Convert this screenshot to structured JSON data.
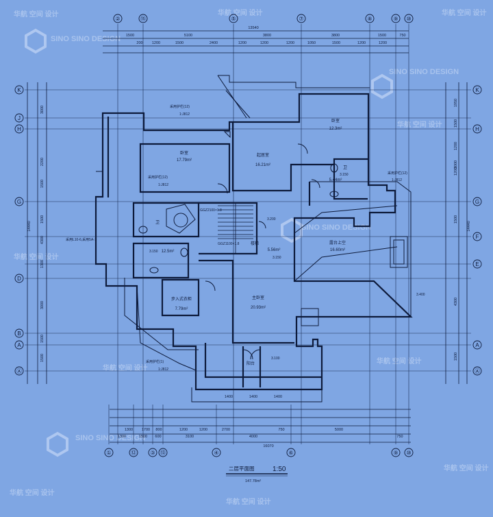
{
  "colors": {
    "background": "#7fa6e3",
    "line": "#0d1a3a",
    "thin": "#1a2c55",
    "watermark": "#c9d8f3"
  },
  "grid_top": [
    "②",
    "⑮",
    "⑤",
    "⑦",
    "⑧",
    "⑨",
    "⑩"
  ],
  "grid_bottom": [
    "①",
    "⑫",
    "③",
    "⑬",
    "④",
    "⑥",
    "⑨",
    "⑩"
  ],
  "grid_left": [
    "K",
    "J",
    "H",
    "G",
    "D",
    "B",
    "A",
    "Ⓐ"
  ],
  "grid_right": [
    "K",
    "H",
    "G",
    "F",
    "E",
    "A",
    "Ⓐ"
  ],
  "dims_top_total": "13540",
  "dims_top_row1": [
    "1500",
    "5100",
    "3800",
    "3800",
    "1500",
    "750"
  ],
  "dims_top_row2": [
    "200",
    "1200",
    "1500",
    "2400",
    "1200",
    "1200",
    "1200",
    "1050",
    "1500",
    "1200",
    "1200"
  ],
  "dims_left_total": "14440",
  "dims_left_row": [
    "3000",
    "2200",
    "1500",
    "1500",
    "4300",
    "1300",
    "3000",
    "1500",
    "1500"
  ],
  "dims_right_total": "14440",
  "dims_right_row": [
    "1950",
    "1500",
    "3000",
    "1200",
    "1200",
    "1500",
    "4300",
    "1500"
  ],
  "dims_bottom_row1": [
    "1400",
    "1400",
    "1400"
  ],
  "dims_bottom_row2": [
    "1300",
    "1700",
    "800",
    "1200",
    "1200",
    "2700",
    "750",
    "5000"
  ],
  "dims_bottom_row3": [
    "1300",
    "1500",
    "600",
    "3100",
    "4000",
    "750"
  ],
  "dims_bottom_total": "16070",
  "rooms": [
    {
      "name": "卧室",
      "area": "17.79m²"
    },
    {
      "name": "起居室",
      "area": "16.21m²"
    },
    {
      "name": "卧室",
      "area": "12.3m²"
    },
    {
      "name": "卫",
      "area": "5.44m²"
    },
    {
      "name": "露台上空",
      "area": "16.60m²"
    },
    {
      "name": "卫",
      "area": "12.5m²"
    },
    {
      "name": "步入式衣柜",
      "area": "7.79m²"
    },
    {
      "name": "主卧室",
      "area": "20.93m²"
    },
    {
      "name": "楼梯",
      "area": "5.56m²"
    },
    {
      "name": "阳台",
      "area": ""
    }
  ],
  "notes": [
    "采用护栏(12)",
    "1:J812",
    "采用护栏(12)",
    "1:J812",
    "采用护栏(12)",
    "1:J812",
    "采用护栏(1)",
    "1:J812",
    "采用L10-6,采用5A-1",
    "GGZ2100×1.8",
    "GGZ1100×1.8",
    "3.200",
    "3.150",
    "3.150",
    "3.150",
    "3.100",
    "3.400"
  ],
  "title": "二层平面图",
  "scale": "1:50",
  "subtitle": "147.78m²",
  "watermark": "SINO SINO DESIGN",
  "watermark_cn": "华航 空间 设计"
}
